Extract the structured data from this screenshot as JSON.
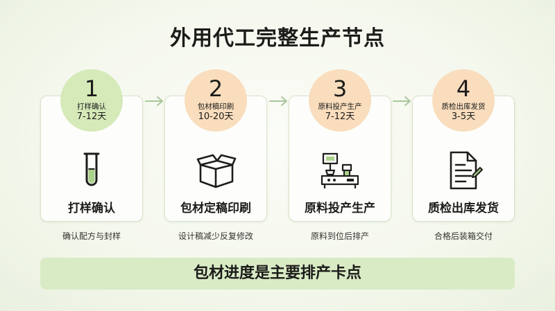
{
  "title": "外用代工完整生产节点",
  "steps": [
    {
      "number": "1",
      "circle_title": "打样确认",
      "duration": "7-12天",
      "label": "打样确认",
      "description": "确认配方与封样",
      "icon": "test-tube-icon",
      "circle_color": "#d6eab9"
    },
    {
      "number": "2",
      "circle_title": "包材稿印刷",
      "duration": "10-20天",
      "label": "包材定稿印刷",
      "description": "设计稿减少反复修改",
      "icon": "box-icon",
      "circle_color": "#f9ddbd"
    },
    {
      "number": "3",
      "circle_title": "原料投产生产",
      "duration": "7-12天",
      "label": "原料投产生产",
      "description": "原料到位后排产",
      "icon": "production-machine-icon",
      "circle_color": "#f9ddbd"
    },
    {
      "number": "4",
      "circle_title": "质检出库发货",
      "duration": "3-5天",
      "label": "质检出库发货",
      "description": "合格后装箱交付",
      "icon": "document-icon",
      "circle_color": "#f9ddbd"
    }
  ],
  "banner": "包材进度是主要排产卡点",
  "colors": {
    "accent_green": "#d9ebc5",
    "circle_green": "#d6eab9",
    "circle_peach": "#f9ddbd",
    "arrow": "#a9c69a"
  }
}
